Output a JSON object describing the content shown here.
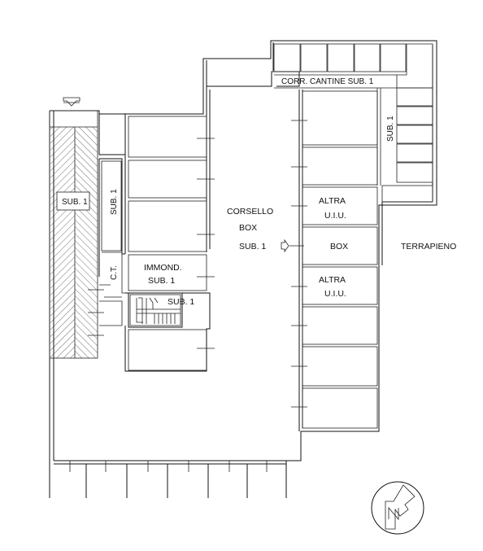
{
  "labels": {
    "corr_cantine": "CORR. CANTINE SUB. 1",
    "sub1_right": "SUB. 1",
    "sub1_ramp": "SUB. 1",
    "sub1_ct": "SUB. 1",
    "ct": "C.T.",
    "corsello": "CORSELLO",
    "box_word": "BOX",
    "corsello_sub": "SUB. 1",
    "immond": "IMMOND.",
    "immond_sub": "SUB. 1",
    "stair_sub": "SUB. 1",
    "altra1": "ALTRA",
    "uiu1": "U.I.U.",
    "box": "BOX",
    "altra2": "ALTRA",
    "uiu2": "U.I.U.",
    "terrapieno": "TERRAPIENO"
  }
}
